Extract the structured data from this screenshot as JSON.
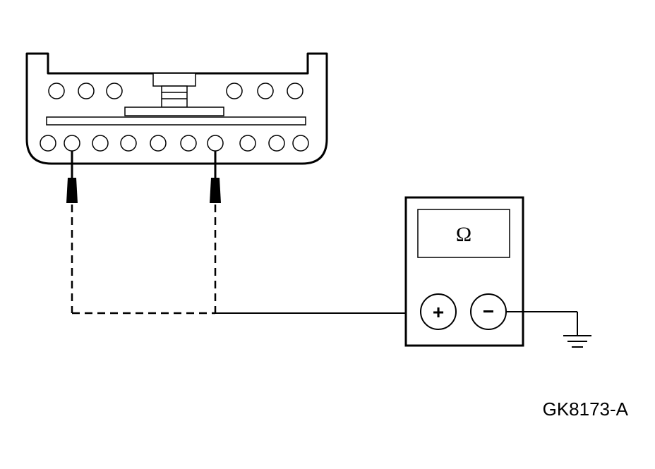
{
  "meter": {
    "display_symbol": "Ω",
    "positive_terminal": "+",
    "negative_terminal": "−"
  },
  "figure_id": "GK8173-A",
  "connector": {
    "top_pin_count_left": 3,
    "top_pin_count_right": 3,
    "bottom_pin_count": 10,
    "probed_pins": [
      2,
      7
    ]
  },
  "colors": {
    "line": "#000000",
    "background": "#ffffff"
  }
}
